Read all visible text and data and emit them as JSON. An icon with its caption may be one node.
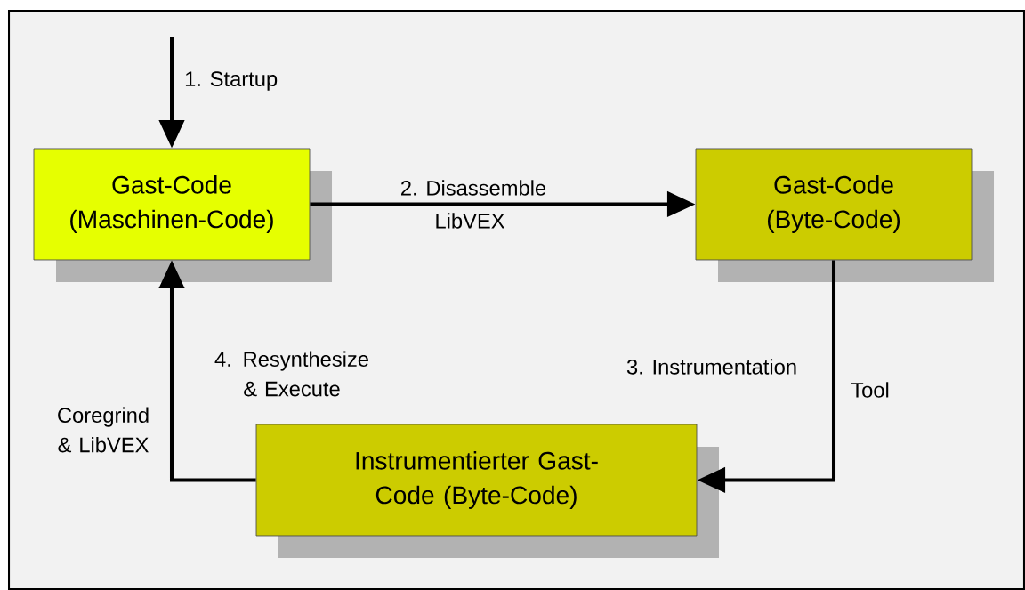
{
  "diagram": {
    "nodes": [
      {
        "text": [
          "Gast-Code (Maschinen-Code)"
        ]
      },
      {
        "text": [
          "Gast-Code (Byte-Code)"
        ]
      },
      {
        "text": [
          "Instrumentierter Gast-Code (Byte-Code)"
        ]
      }
    ],
    "edges": [
      {
        "from": null,
        "to": 0,
        "arrow": "to",
        "label": "1. Startup"
      },
      {
        "from": 0,
        "to": 1,
        "arrow": "to",
        "label": "2. Disassemble"
      },
      {
        "from": 1,
        "to": 2,
        "arrow": "to",
        "label": "3. Instrumentation"
      },
      {
        "from": 2,
        "to": 0,
        "arrow": "to",
        "label": "4. Resynthesize & Execute"
      }
    ],
    "labels": [
      "LibVEX",
      "Tool",
      "Coregrind & LibVEX"
    ]
  }
}
